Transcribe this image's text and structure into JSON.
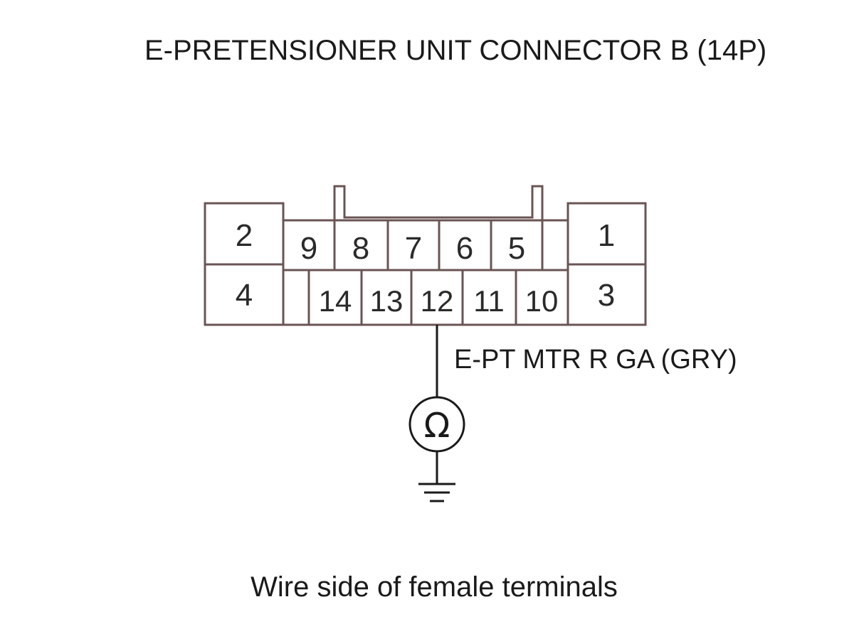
{
  "title": "E-PRETENSIONER UNIT CONNECTOR B (14P)",
  "connector": {
    "upper_left_pin": "2",
    "lower_left_pin": "4",
    "upper_right_pin": "1",
    "lower_right_pin": "3",
    "top_row_pins": [
      "9",
      "8",
      "7",
      "6",
      "5"
    ],
    "bottom_row_pins": [
      "14",
      "13",
      "12",
      "11",
      "10"
    ]
  },
  "probe": {
    "pin": "12",
    "wire_label": "E-PT MTR R GA (GRY)",
    "meter_symbol": "Ω",
    "meter_icon": "ohmmeter-icon",
    "ground_icon": "ground-icon"
  },
  "caption": "Wire side of female terminals",
  "colors": {
    "connector_outline": "#6a5454",
    "ink": "#1a1a1a"
  }
}
